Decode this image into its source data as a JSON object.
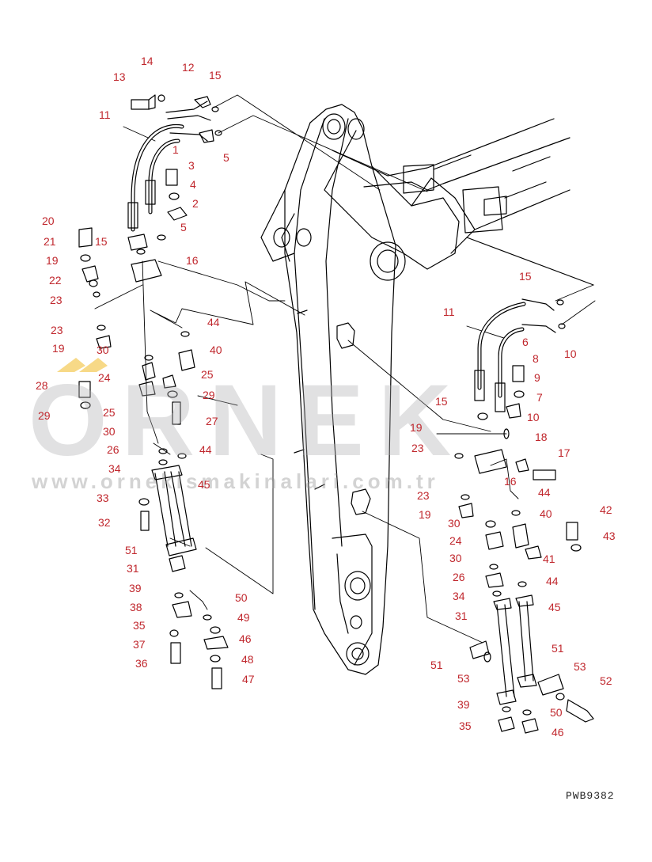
{
  "watermark": {
    "brand": "ORNEK",
    "url": "www.ornekismakinalari.com.tr",
    "accent": "#f2c037"
  },
  "drawing_code": "PWB9382",
  "colors": {
    "label": "#c0272d",
    "line": "#000000"
  },
  "callouts": {
    "left": [
      "13",
      "14",
      "12",
      "15",
      "11",
      "5",
      "3",
      "4",
      "2",
      "1",
      "20",
      "21",
      "15",
      "5",
      "19",
      "16",
      "22",
      "23",
      "23",
      "44",
      "19",
      "30",
      "40",
      "24",
      "25",
      "28",
      "29",
      "25",
      "29",
      "30",
      "27",
      "26",
      "44",
      "34",
      "45",
      "33",
      "32",
      "51",
      "31",
      "39",
      "38",
      "50",
      "35",
      "49",
      "37",
      "46",
      "36",
      "48",
      "47"
    ],
    "right": [
      "15",
      "11",
      "6",
      "10",
      "8",
      "9",
      "7",
      "15",
      "10",
      "19",
      "18",
      "23",
      "17",
      "16",
      "23",
      "44",
      "19",
      "40",
      "30",
      "42",
      "24",
      "43",
      "30",
      "41",
      "26",
      "44",
      "34",
      "31",
      "45",
      "51",
      "53",
      "51",
      "53",
      "52",
      "39",
      "50",
      "35",
      "46"
    ]
  }
}
